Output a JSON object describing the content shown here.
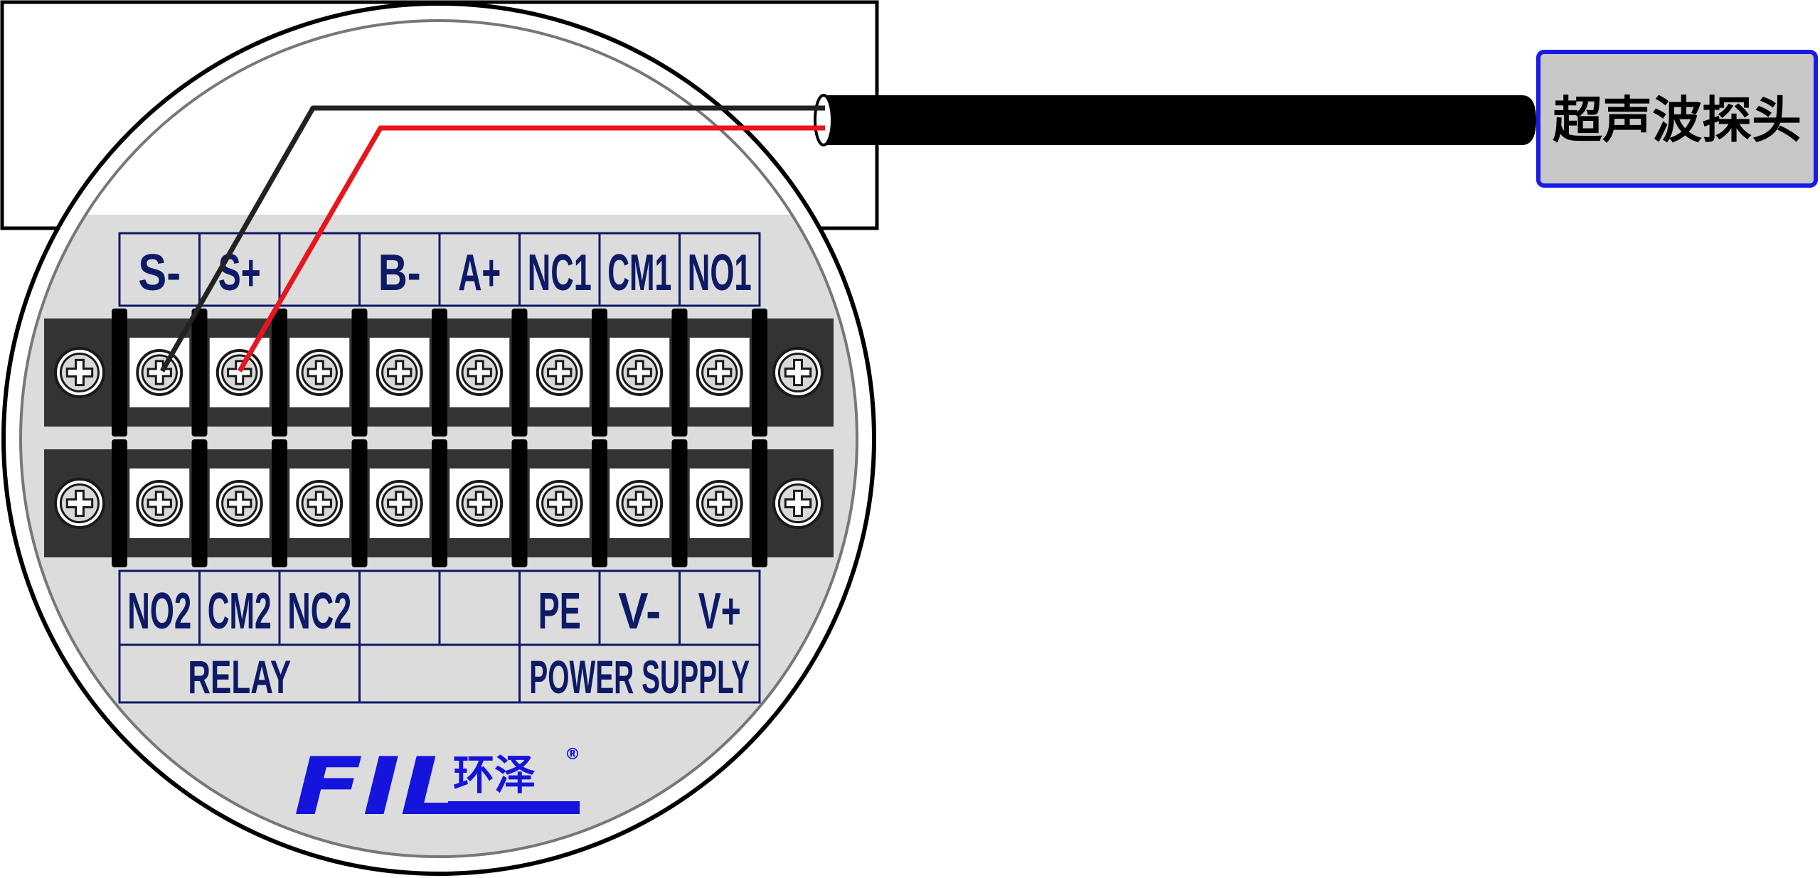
{
  "probe": {
    "label": "超声波探头"
  },
  "terminals": {
    "top_labels": [
      "S-",
      "S+",
      "",
      "B-",
      "A+",
      "NC1",
      "CM1",
      "NO1"
    ],
    "bottom_labels": [
      "NO2",
      "CM2",
      "NC2",
      "",
      "",
      "PE",
      "V-",
      "V+"
    ],
    "groups": {
      "relay": "RELAY",
      "middle": "",
      "power": "POWER SUPPLY"
    }
  },
  "logo": {
    "letters": "FIL",
    "chinese": "环泽",
    "mark": "®"
  },
  "colors": {
    "label_text": "#0d1a66",
    "logo_blue": "#1414dc",
    "wire_black": "#222222",
    "wire_red": "#e8141e",
    "probe_border": "#1a1ae6",
    "probe_fill": "#c8c8c8",
    "terminal_block": "#333333",
    "face": "#dcdcdc"
  }
}
